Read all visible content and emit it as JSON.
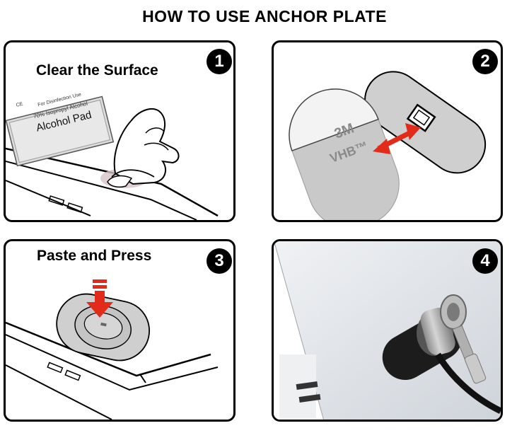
{
  "title": "HOW TO USE ANCHOR PLATE",
  "steps": [
    {
      "number": "1",
      "caption": "Clear the Surface",
      "pad_label": "Alcohol Pad",
      "pad_small_1": "70% Isopropyl Alcohol",
      "pad_small_2": "For Disinfection Use",
      "pad_small_3": "CE"
    },
    {
      "number": "2",
      "caption": "",
      "tape_brand": "3M",
      "tape_line": "VHB™"
    },
    {
      "number": "3",
      "caption": "Paste and Press"
    },
    {
      "number": "4",
      "caption": ""
    }
  ],
  "colors": {
    "plate_gray": "#c8c8c8",
    "arrow_red": "#e32b1a",
    "badge_black": "#000000"
  }
}
